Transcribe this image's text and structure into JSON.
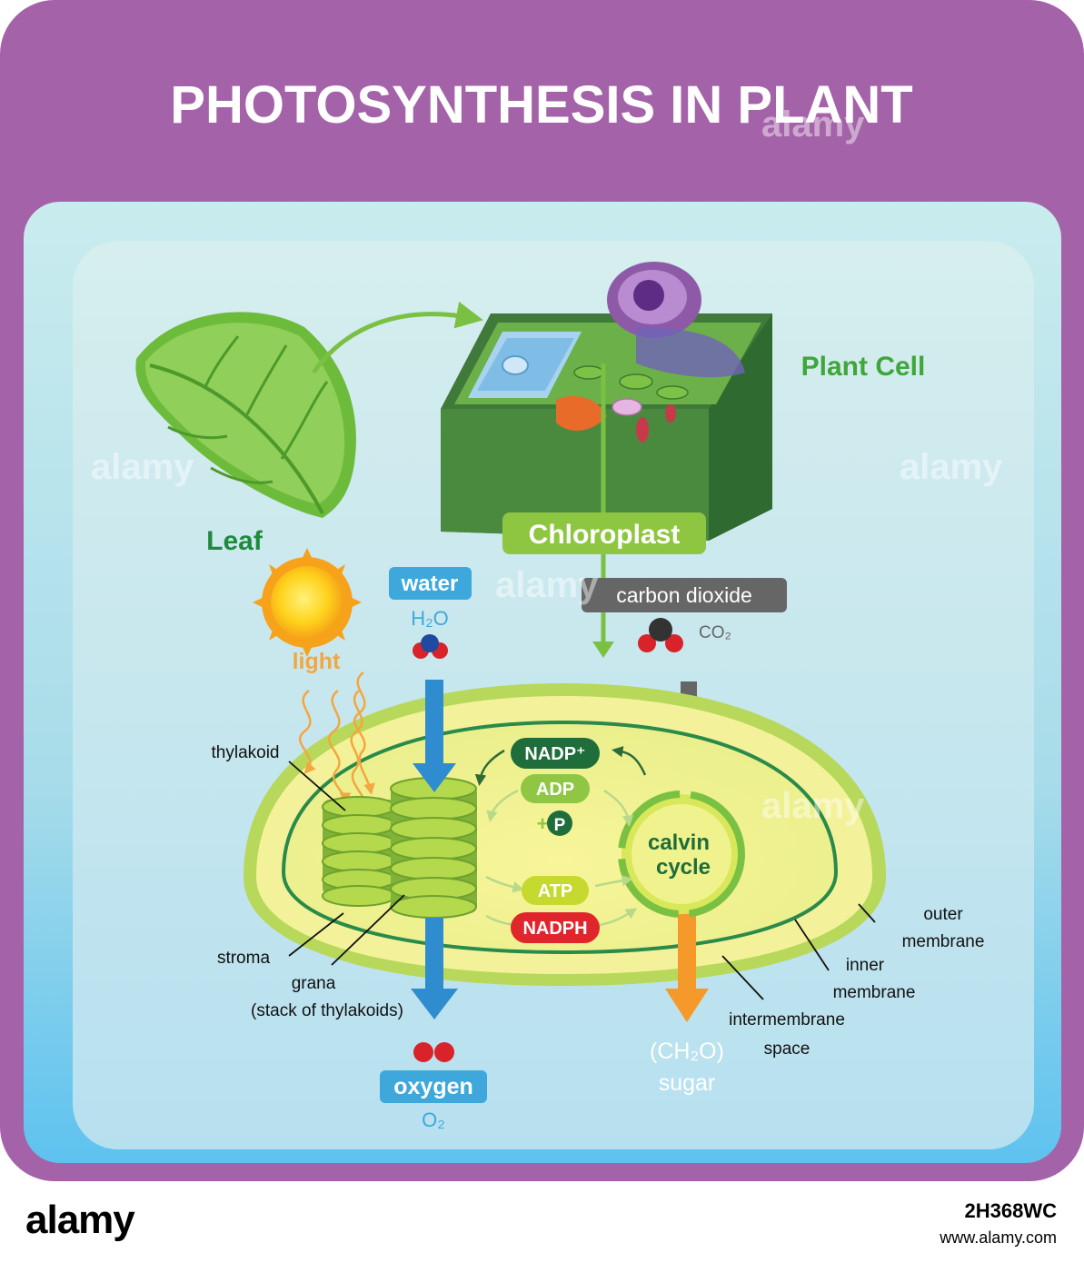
{
  "title": "PHOTOSYNTHESIS IN PLANT",
  "labels": {
    "plant_cell": "Plant Cell",
    "leaf": "Leaf",
    "chloroplast": "Chloroplast",
    "water": "water",
    "h2o": "H₂O",
    "carbon_dioxide": "carbon dioxide",
    "co2": "CO₂",
    "light": "light",
    "thylakoid": "thylakoid",
    "nadp_plus": "NADP⁺",
    "adp": "ADP",
    "plus": "+",
    "p": "P",
    "atp": "ATP",
    "nadph": "NADPH",
    "calvin_1": "calvin",
    "calvin_2": "cycle",
    "outer_1": "outer",
    "outer_2": "membrane",
    "inner_1": "inner",
    "inner_2": "membrane",
    "intermembrane_1": "intermembrane",
    "intermembrane_2": "space",
    "stroma": "stroma",
    "grana_1": "grana",
    "grana_2": "(stack of thylakoids)",
    "ch2o": "(CH₂O)",
    "sugar": "sugar",
    "oxygen": "oxygen",
    "o2": "O₂"
  },
  "footer": {
    "brand": "alamy",
    "image_id": "2H368WC",
    "url": "www.alamy.com"
  },
  "watermark": "alamy",
  "colors": {
    "frame": "#a463a8",
    "inner_bg": "#bfe6ec",
    "water_blue": "#3ea8dc",
    "chloroplast_green": "#8ec641",
    "co2_gray": "#666666",
    "nadp_dark": "#1f6d3a",
    "adp_green": "#8fc744",
    "atp_yellow": "#c5d92e",
    "nadph_red": "#e0262d",
    "sugar_orange": "#f59a2a"
  }
}
